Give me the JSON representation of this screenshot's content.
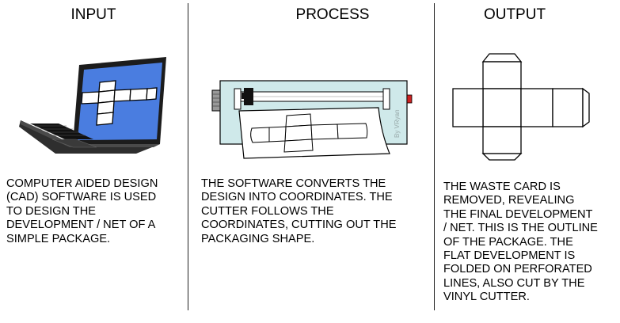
{
  "columns": [
    {
      "heading": "INPUT",
      "text": "COMPUTER AIDED DESIGN\n(CAD) SOFTWARE IS USED\nTO DESIGN THE\nDEVELOPMENT / NET OF A\nSIMPLE PACKAGE."
    },
    {
      "heading": "PROCESS",
      "text": "THE SOFTWARE CONVERTS THE\nDESIGN INTO COORDINATES. THE\nCUTTER FOLLOWS THE\nCOORDINATES, CUTTING OUT THE\nPACKAGING SHAPE."
    },
    {
      "heading": "OUTPUT",
      "text": "THE WASTE CARD IS\nREMOVED, REVEALING\nTHE FINAL DEVELOPMENT\n/ NET. THIS IS THE OUTLINE\nOF THE PACKAGE. THE\nFLAT DEVELOPMENT IS\nFOLDED ON PERFORATED\nLINES, ALSO CUT BY THE\nVINYL CUTTER."
    }
  ],
  "cutter": {
    "credit": "By VRyan"
  },
  "colors": {
    "screen": "#4a7de0",
    "cutter_body": "#cfe9ea",
    "handle": "#cc2222",
    "laptop": "#2a2a2a"
  },
  "icons": [
    "laptop-icon",
    "vinyl-cutter-icon",
    "net-outline-icon"
  ]
}
